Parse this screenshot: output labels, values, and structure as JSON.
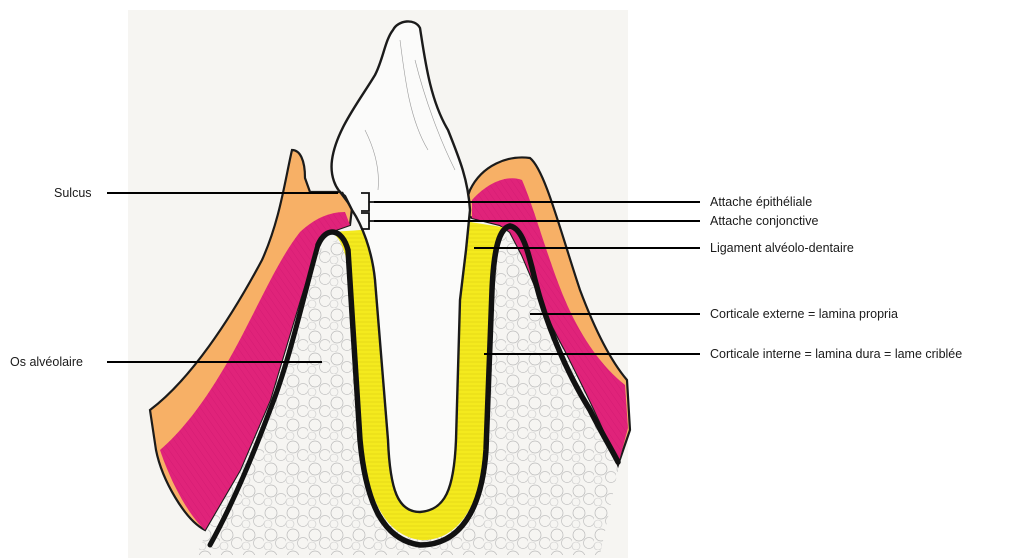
{
  "labels": {
    "sulcus": "Sulcus",
    "attache_epitheliale": "Attache épithéliale",
    "attache_conjonctive": "Attache conjonctive",
    "ligament": "Ligament alvéolo-dentaire",
    "corticale_externe": "Corticale externe = lamina propria",
    "corticale_interne": "Corticale interne = lamina dura = lame criblée",
    "os_alveolaire": "Os alvéolaire"
  },
  "colors": {
    "paper": "#f6f5f2",
    "tooth": "#fbfbfa",
    "gingiva_orange": "#f7b066",
    "gingiva_pink": "#e0237a",
    "ligament_yellow": "#f4ea1e",
    "outline": "#1b1b1b"
  }
}
